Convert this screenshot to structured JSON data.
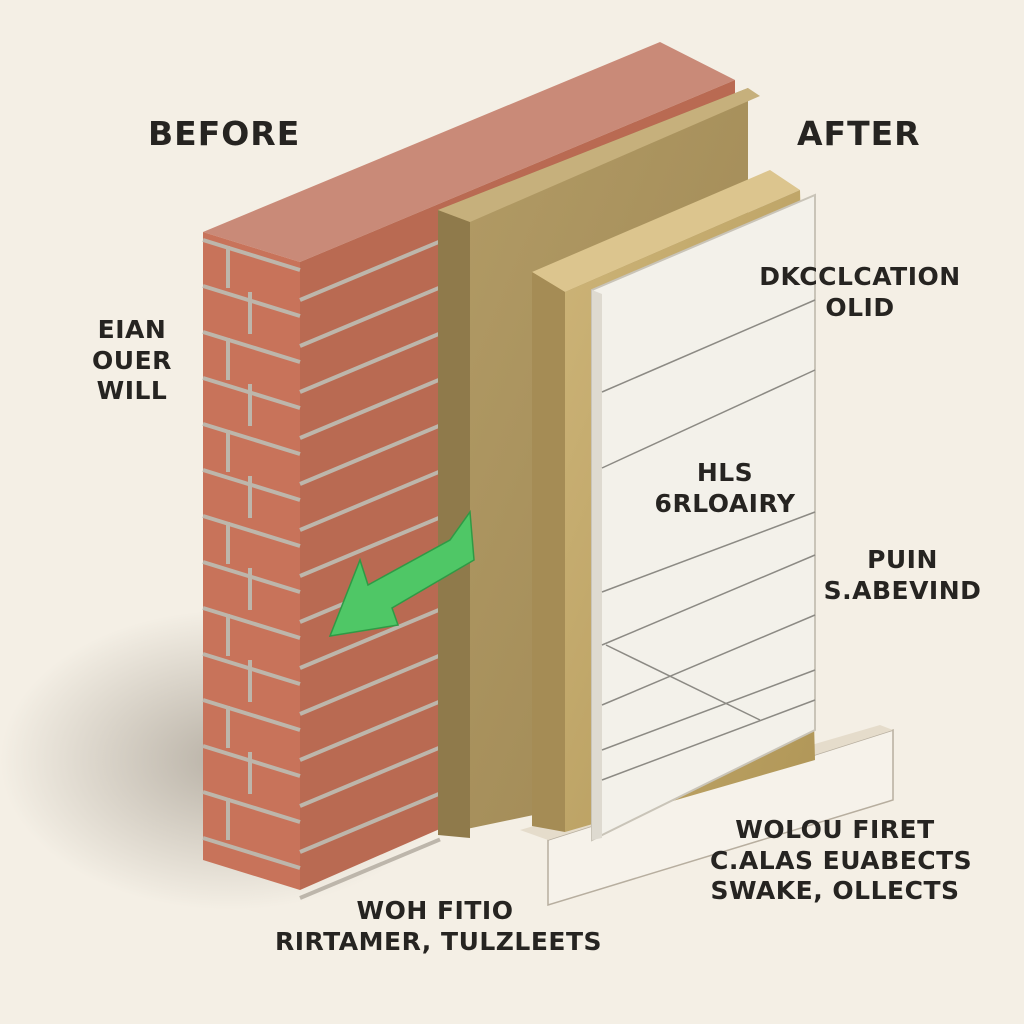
{
  "headings": {
    "before": "BEFORE",
    "after": "AFTER"
  },
  "labels": {
    "left_wall": [
      "EIAN",
      "OUER",
      "WILL"
    ],
    "top_right": [
      "DKCCLCATION",
      "OLID"
    ],
    "board_center": [
      "HLS",
      "6RLOAIRY"
    ],
    "right_middle": [
      "PUIN",
      "S.ABEVIND"
    ],
    "bottom_right": [
      "WOLOU FIRET",
      "C.ALAS EUABECTS",
      "SWAKE, OLLECTS"
    ],
    "bottom_center": [
      "WOH FITIO",
      "RIRTAMER, TULZLEETS"
    ]
  },
  "colors": {
    "brick": "#c8735a",
    "mortar": "#bdb6ab",
    "insulation": "#a8915d",
    "insulation_light": "#cdb679",
    "board": "#f3f1ea",
    "arrow": "#4fc766",
    "background": "#f4efe5"
  },
  "icons": {
    "arrow": "arrow-left-icon"
  }
}
